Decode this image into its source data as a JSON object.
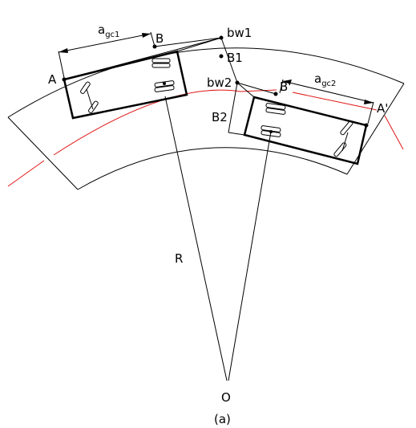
{
  "labels": {
    "a_gc1_base": "a",
    "a_gc1_sub": "gc1",
    "a_gc2_base": "a",
    "a_gc2_sub": "gc2",
    "B": "B",
    "bw1": "bw1",
    "B1": "B1",
    "A": "A",
    "bw2": "bw2",
    "B_prime": "B'",
    "B2": "B2",
    "A_prime": "A'",
    "R": "R",
    "O": "O",
    "caption": "(a)"
  },
  "colors": {
    "line": "#000000",
    "centerline": "#e01818"
  }
}
